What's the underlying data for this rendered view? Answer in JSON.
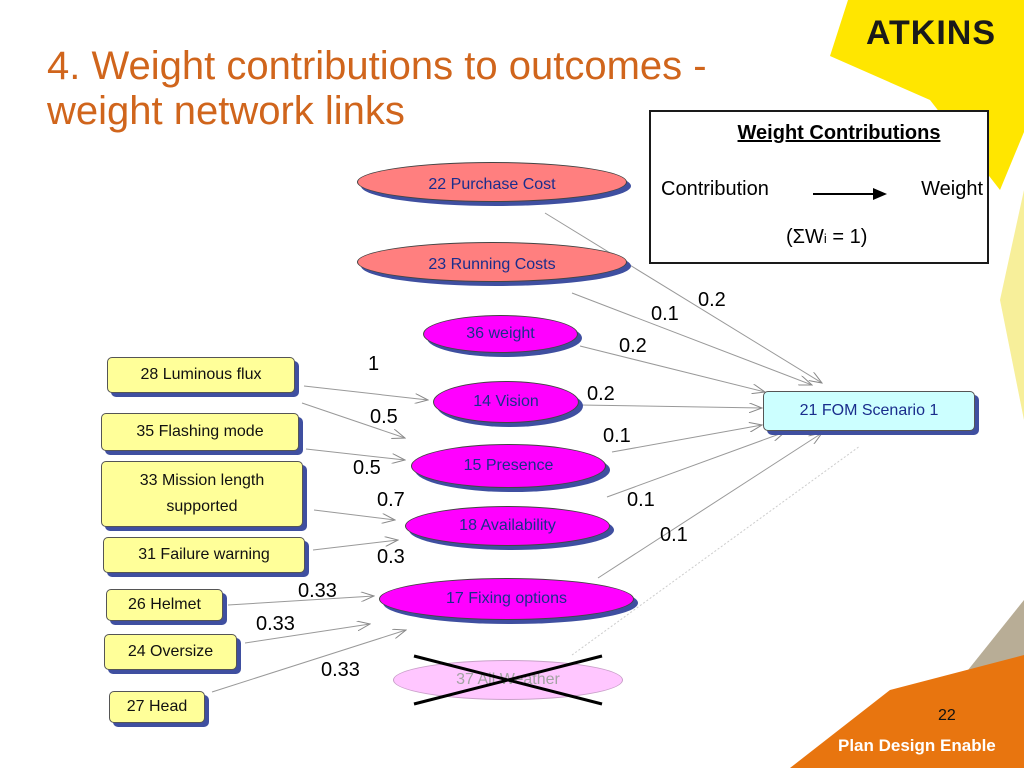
{
  "slide": {
    "title_line1": "4. Weight contributions to outcomes -",
    "title_line2": "weight network links",
    "logo": "ATKINS",
    "tagline": "Plan Design Enable",
    "page_number": "22"
  },
  "legend": {
    "title": "Weight Contributions",
    "contribution": "Contribution",
    "weight": "Weight",
    "formula_prefix": "(ΣW",
    "formula_sub": "i",
    "formula_suffix": " = 1)"
  },
  "nodes": {
    "purchase_cost": "22 Purchase Cost",
    "running_costs": "23 Running Costs",
    "weight36": "36 weight",
    "vision": "14 Vision",
    "presence": "15 Presence",
    "availability": "18 Availability",
    "fixing": "17 Fixing options",
    "all_weather": "37 All Weather",
    "fom": "21 FOM Scenario 1",
    "luminous": "28 Luminous flux",
    "flashing": "35 Flashing mode",
    "mission_line1": "33 Mission length",
    "mission_line2": "supported",
    "failure": "31 Failure warning",
    "helmet": "26 Helmet",
    "oversize": "24 Oversize",
    "head": "27 Head"
  },
  "weights": {
    "purchase_fom": "0.2",
    "running_fom": "0.1",
    "weight_fom": "0.2",
    "vision_fom": "0.2",
    "presence_fom": "0.1",
    "availability_fom": "0.1",
    "fixing_fom": "0.1",
    "luminous_vision": "1",
    "luminous_presence": "0.5",
    "flashing_presence": "0.5",
    "mission_availability": "0.7",
    "failure_availability": "0.3",
    "helmet_fixing": "0.33",
    "oversize_fixing": "0.33",
    "head_fixing": "0.33"
  },
  "colors": {
    "title": "#d0651c",
    "brand_yellow": "#ffe600",
    "brand_orange": "#e8750f",
    "node_pink": "#ff7f7f",
    "node_magenta": "#ff00ff",
    "node_yellow": "#ffff99",
    "node_cyan": "#ccffff",
    "node_text": "#1a2d8c"
  }
}
